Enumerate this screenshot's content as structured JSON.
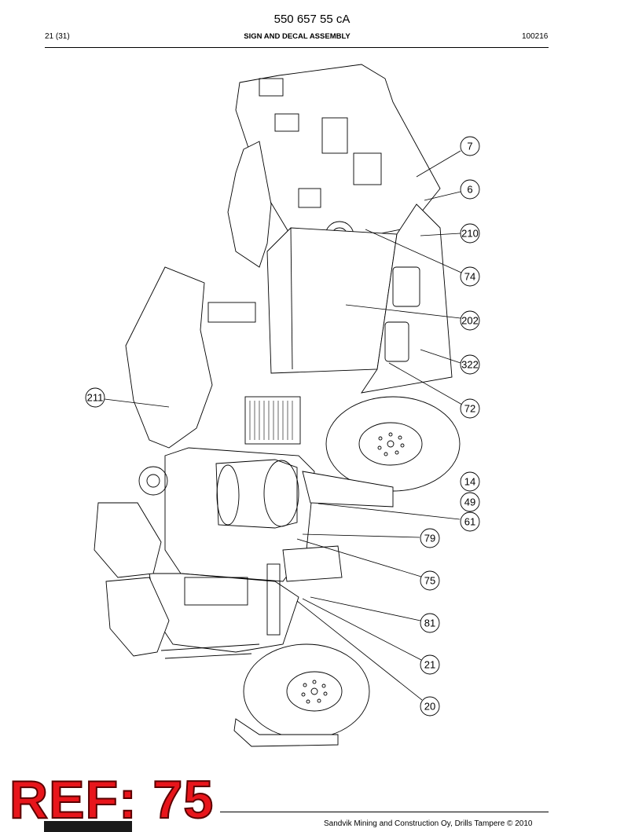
{
  "header": {
    "doc_number": "550 657 55 cA",
    "page": "21 (31)",
    "title": "SIGN AND DECAL ASSEMBLY",
    "date": "100216"
  },
  "callouts": [
    {
      "label": "7"
    },
    {
      "label": "6"
    },
    {
      "label": "210"
    },
    {
      "label": "74"
    },
    {
      "label": "202"
    },
    {
      "label": "322"
    },
    {
      "label": "72"
    },
    {
      "label": "211"
    },
    {
      "label": "14"
    },
    {
      "label": "49"
    },
    {
      "label": "61"
    },
    {
      "label": "79"
    },
    {
      "label": "75"
    },
    {
      "label": "81"
    },
    {
      "label": "21"
    },
    {
      "label": "20"
    }
  ],
  "stamp": {
    "text": "REF: 75",
    "color": "#e8151b"
  },
  "footer": {
    "text": "Sandvik Mining and Construction Oy, Drills Tampere © 2010"
  }
}
